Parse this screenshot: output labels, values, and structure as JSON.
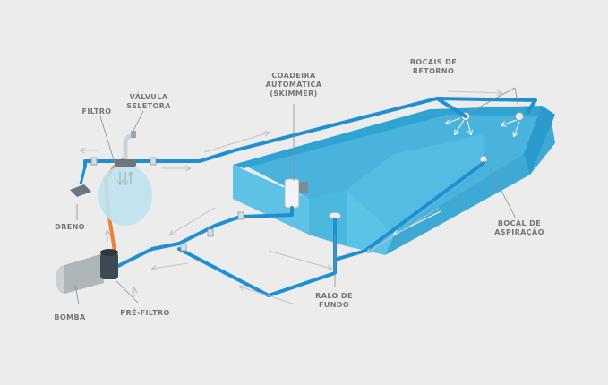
{
  "labels": {
    "bocais_retorno": [
      "BOCAIS DE",
      "RETORNO"
    ],
    "coadeira": [
      "COADEIRA",
      "AUTOMÁTICA",
      "(SKIMMER)"
    ],
    "valvula": [
      "VÁLVULA",
      "SELETORA"
    ],
    "filtro": "FILTRO",
    "dreno": "DRENO",
    "bocal_aspiracao": [
      "BOCAL DE",
      "ASPIRAÇÃO"
    ],
    "ralo_fundo": [
      "RALO DE",
      "FUNDO"
    ],
    "bomba": "BOMBA",
    "pre_filtro": "PRÉ-FILTRO"
  },
  "colors": {
    "background": "#ececec",
    "water_pipe": "#1f8fcf",
    "pump_pipe": "#e8813a",
    "pool_top": "#2fa3d2",
    "pool_side": "#5fc0e4",
    "pool_water": "#49b3dd",
    "label_text": "#747474"
  }
}
